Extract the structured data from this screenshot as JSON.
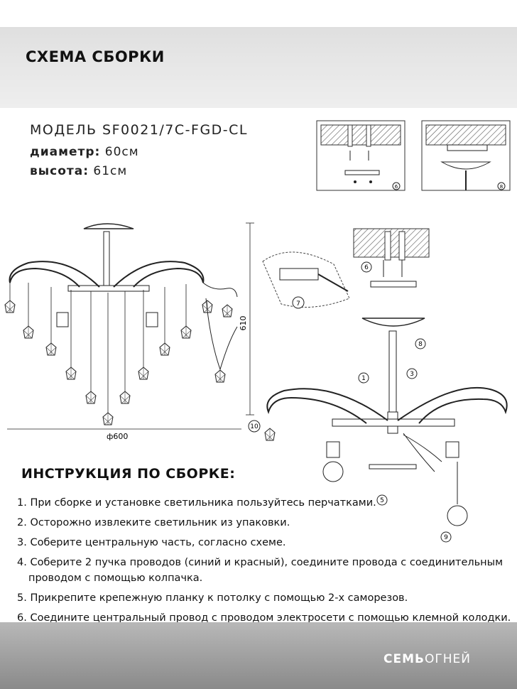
{
  "header": {
    "title": "СХЕМА СБОРКИ"
  },
  "specs": {
    "model": "МОДЕЛЬ SF0021/7C-FGD-CL",
    "diameter_label": "диаметр:",
    "diameter_value": "60см",
    "height_label": "высота:",
    "height_value": "61см"
  },
  "drawing": {
    "height_dim": "610",
    "width_dim": "ф600",
    "callouts": [
      "1",
      "3",
      "5",
      "6",
      "7",
      "8",
      "9",
      "10"
    ],
    "detail_a_label": "6",
    "detail_b_label": "8"
  },
  "instructions": {
    "title": "ИНСТРУКЦИЯ ПО СБОРКЕ:",
    "steps": [
      "1. При сборке и установке светильника пользуйтесь перчатками.",
      "2. Осторожно извлеките светильник из упаковки.",
      "3. Соберите центральную часть, согласно схеме.",
      "4. Соберите 2 пучка проводов (синий и красный), соедините провода с соединительным",
      "проводом с помощью колпачка.",
      "5. Прикрепите крепежную планку к потолку с помощью 2-х саморезов.",
      "6. Соедините центральный провод с проводом электросети с помощью клемной колодки."
    ]
  },
  "footer": {
    "brand_bold": "СЕМЬ",
    "brand_light": "ОГНЕЙ"
  }
}
